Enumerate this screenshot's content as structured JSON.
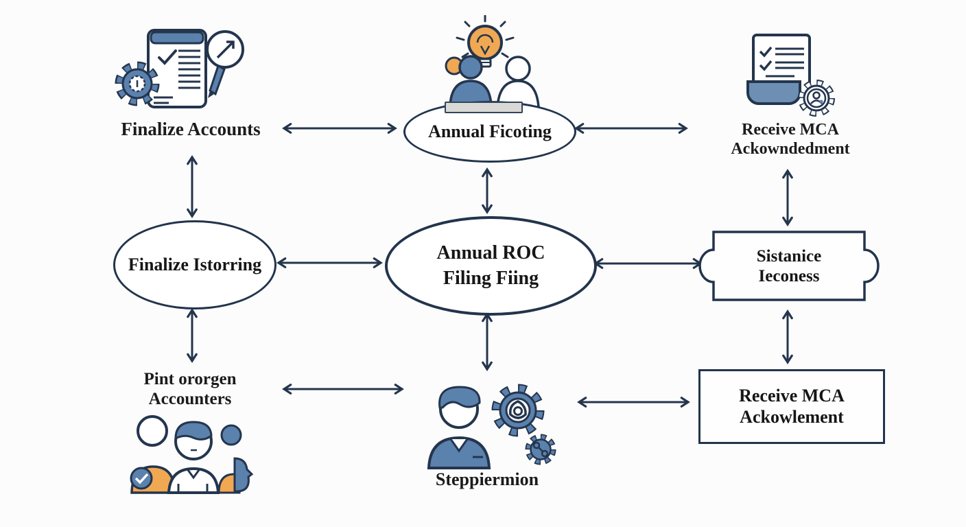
{
  "palette": {
    "navy_outline": "#24354d",
    "blue_fill": "#5b81ad",
    "tray_blue": "#6d8fb4",
    "orange_fill": "#f0a853",
    "table_gray": "#d9d9d6",
    "text_ink": "#1b1b1b",
    "background": "#fcfcfc"
  },
  "nodes": {
    "finalize_accounts": {
      "label": "Finalize Accounts"
    },
    "annual_ficoting": {
      "label": "Annual Ficoting"
    },
    "receive_mca_top": {
      "line1": "Receive MCA",
      "line2": "Ackowndedment"
    },
    "finalize_istorring": {
      "label": "Finalize Istorring"
    },
    "annual_roc_filing": {
      "line1": "Annual ROC",
      "line2": "Filing Fiing"
    },
    "sistanice_ieconess": {
      "line1": "Sistanice",
      "line2": "Ieconess"
    },
    "pint_ororgen_accounters": {
      "line1": "Pint ororgen",
      "line2": "Accounters"
    },
    "steppiermion": {
      "label": "Steppiermion"
    },
    "receive_mca_bottom": {
      "line1": "Receive MCA",
      "line2": "Ackowlement"
    }
  },
  "icons": {
    "top_left": "gear-checklist-document-with-magnifier-and-pen",
    "top_center": "team-meeting-with-lightbulb",
    "top_right": "checklist-document-in-tray-with-person-gear",
    "bottom_left": "people-group-with-check-badge",
    "bottom_center": "person-with-process-gears"
  },
  "connections": [
    {
      "from": "Finalize Accounts",
      "to": "Annual Ficoting",
      "bidirectional": true
    },
    {
      "from": "Annual Ficoting",
      "to": "Receive MCA Ackowndedment",
      "bidirectional": true
    },
    {
      "from": "Finalize Accounts",
      "to": "Finalize Istorring",
      "bidirectional": true
    },
    {
      "from": "Annual Ficoting",
      "to": "Annual ROC Filing Fiing",
      "bidirectional": true
    },
    {
      "from": "Receive MCA Ackowndedment",
      "to": "Sistanice Ieconess",
      "bidirectional": true
    },
    {
      "from": "Finalize Istorring",
      "to": "Annual ROC Filing Fiing",
      "bidirectional": true
    },
    {
      "from": "Annual ROC Filing Fiing",
      "to": "Sistanice Ieconess",
      "bidirectional": true
    },
    {
      "from": "Finalize Istorring",
      "to": "Pint ororgen Accounters",
      "bidirectional": true
    },
    {
      "from": "Annual ROC Filing Fiing",
      "to": "Steppiermion",
      "bidirectional": true
    },
    {
      "from": "Sistanice Ieconess",
      "to": "Receive MCA Ackowlement",
      "bidirectional": true
    },
    {
      "from": "Pint ororgen Accounters",
      "to": "Steppiermion",
      "bidirectional": true
    },
    {
      "from": "Steppiermion",
      "to": "Receive MCA Ackowlement",
      "bidirectional": true
    }
  ]
}
